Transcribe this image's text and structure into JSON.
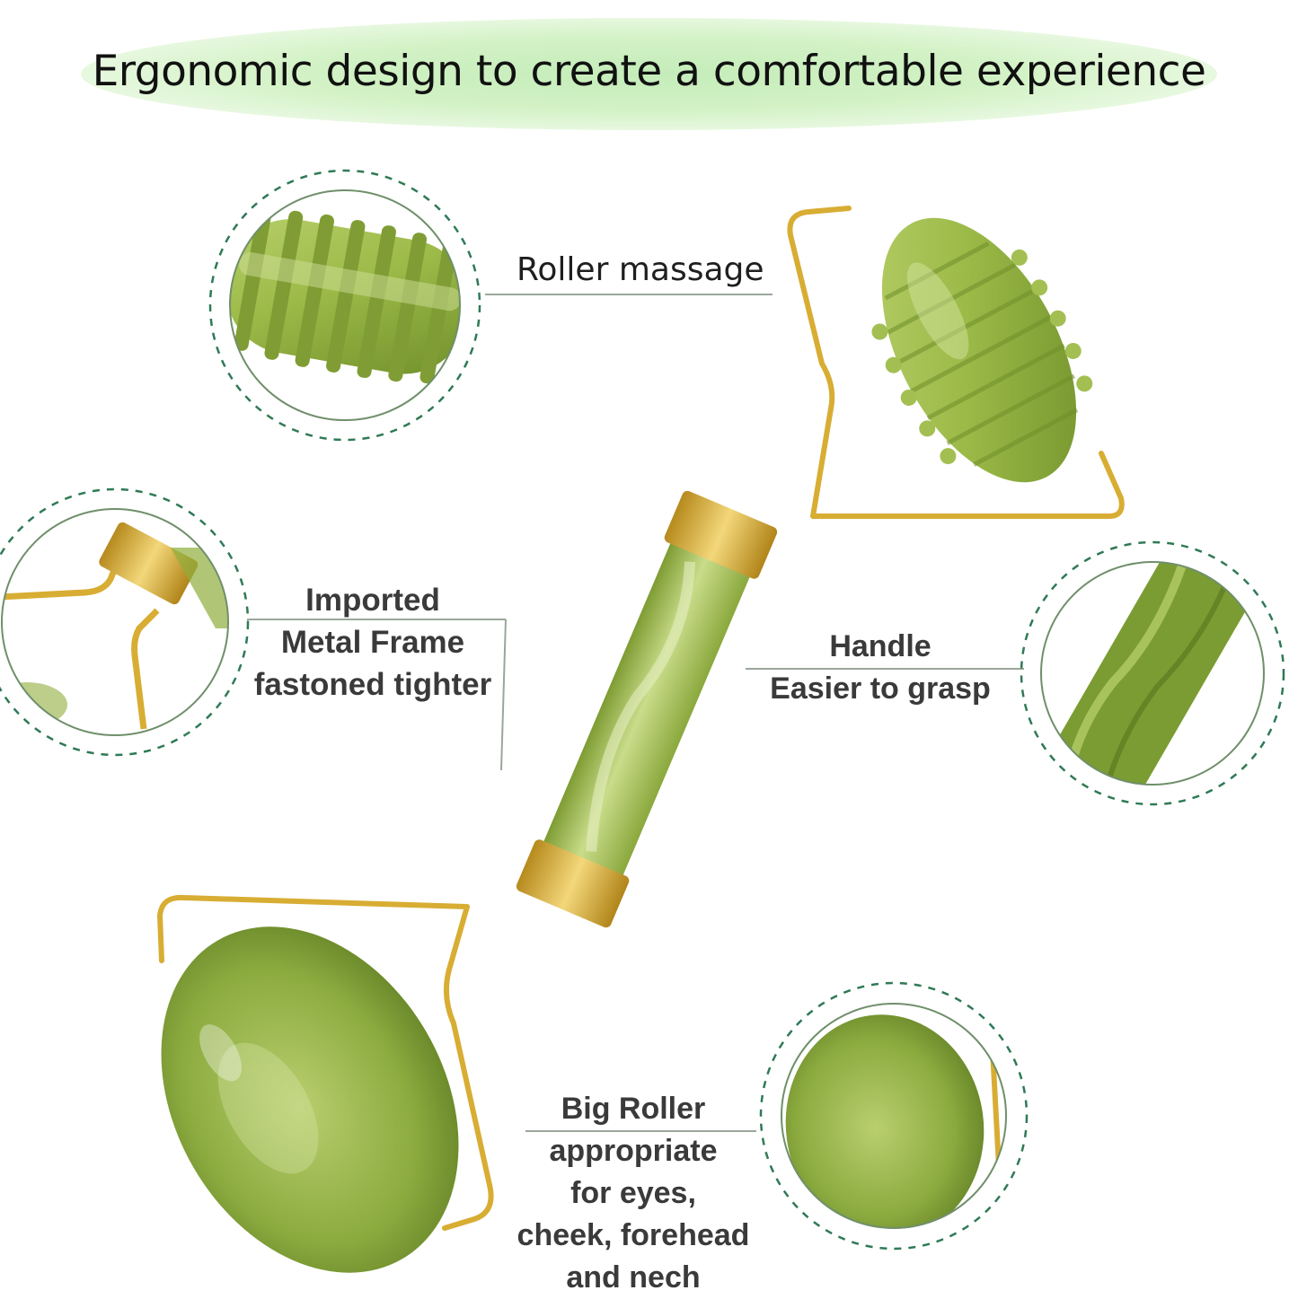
{
  "headline": "Ergonomic design to create a comfortable experience",
  "callouts": {
    "roller": {
      "lines": [
        "Roller massage"
      ]
    },
    "frame": {
      "lines": [
        "Imported",
        "Metal Frame",
        "fastoned tighter"
      ]
    },
    "handle": {
      "lines": [
        "Handle",
        "Easier to grasp"
      ]
    },
    "big_roller": {
      "lines": [
        "Big Roller",
        "appropriate",
        "for eyes,",
        "cheek, forehead",
        "and nech"
      ]
    }
  },
  "colors": {
    "jade": "#8fae3c",
    "jade_dark": "#5f7f22",
    "gold": "#d4a72c",
    "dashed_ring": "#2f7a55",
    "banner": "#cdeec0"
  },
  "product": "jade-face-roller"
}
